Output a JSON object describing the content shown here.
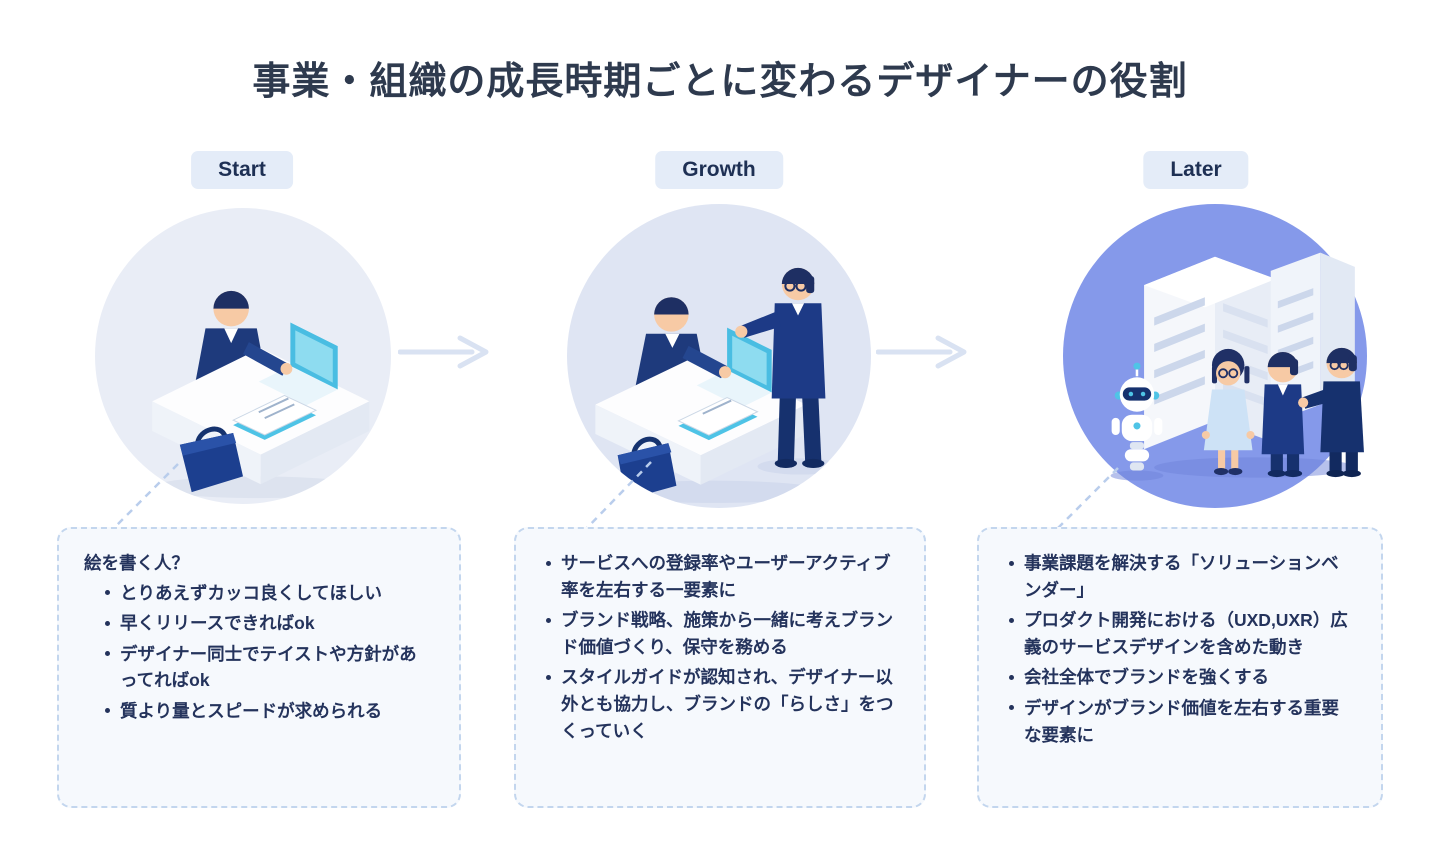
{
  "title": "事業・組織の成長時期ごとに変わるデザイナーの役割",
  "stages": [
    {
      "label": "Start",
      "illustration": "person-working-alone-at-desk",
      "heading": "絵を書く人？",
      "items": [
        "とりあえずカッコ良くしてほしい",
        "早くリリースできればok",
        "デザイナー同士でテイストや方針があってればok",
        "質より量とスピードが求められる"
      ]
    },
    {
      "label": "Growth",
      "illustration": "designer-and-stakeholder-at-desk",
      "items": [
        "サービスへの登録率やユーザーアクティブ率を左右する一要素に",
        "ブランド戦略、施策から一緒に考えブランド価値づくり、保守を務める",
        "スタイルガイドが認知され、デザイナー以外とも協力し、ブランドの「らしさ」をつくっていく"
      ]
    },
    {
      "label": "Later",
      "illustration": "team-robot-and-office-buildings",
      "items": [
        "事業課題を解決する「ソリューションベンダー」",
        "プロダクト開発における（UXD,UXR）広義のサービスデザインを含めた動き",
        "会社全体でブランドを強くする",
        "デザインがブランド価値を左右する重要な要素に"
      ]
    }
  ],
  "colors": {
    "badge_bg": "#e4ecf8",
    "badge_text": "#1e3054",
    "circle_light": "#e9edf6",
    "circle_blue": "#8599ea",
    "box_bg": "#f6f9fd",
    "box_border": "#c3d6ee",
    "text": "#24335c",
    "suit_navy": "#1d3a86",
    "laptop_teal": "#4ec3e6",
    "arrow": "#d9e2f2"
  }
}
